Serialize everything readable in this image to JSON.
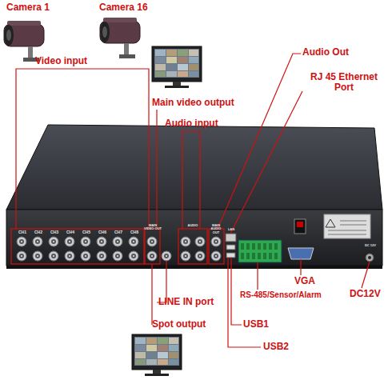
{
  "diagram": {
    "labels": [
      "Camera 1",
      "Camera 16",
      "Video input",
      "Main video output",
      "Audio input",
      "Audio Out",
      "RJ 45 Ethernet Port",
      "LINE IN port",
      "Spot output",
      "USB1",
      "USB2",
      "RS-485/Sensor/Alarm",
      "VGA",
      "DC12V",
      "CH1",
      "CH2",
      "CH3",
      "CH4",
      "CH5",
      "CH6",
      "CH7",
      "CH8",
      "MAIN VIDEO OUT",
      "AUDIO",
      "MAIN AUDIO OUT",
      "LAN",
      "DC 12V"
    ]
  }
}
